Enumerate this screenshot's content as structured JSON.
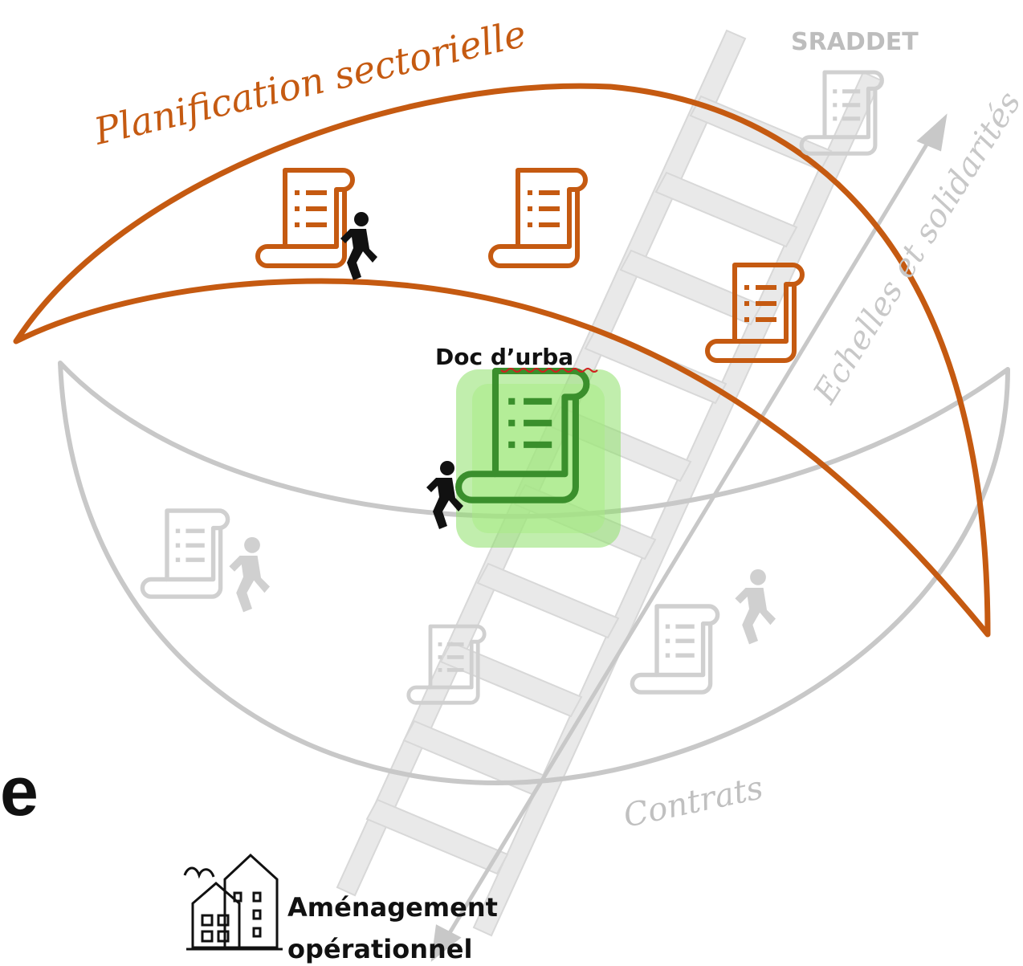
{
  "labels": {
    "planification": "Planification sectorielle",
    "sraddet": "SRADDET",
    "echelles": "Echelles et solidarités",
    "doc_urba": "Doc d’urba",
    "contrats": "Contrats",
    "fragment": "e",
    "amenagement_line1": "Aménagement",
    "amenagement_line2": "opérationnel"
  },
  "colors": {
    "orange": "#c55a11",
    "grey": "#c8c8c8",
    "green": "#3a8f2c",
    "green_glow": "#8ee06a",
    "black": "#111111",
    "red_underline": "#d02020"
  },
  "icons": [
    "scroll-document-icon",
    "walking-person-icon",
    "ladder-icon",
    "arrow-icon",
    "buildings-icon"
  ]
}
